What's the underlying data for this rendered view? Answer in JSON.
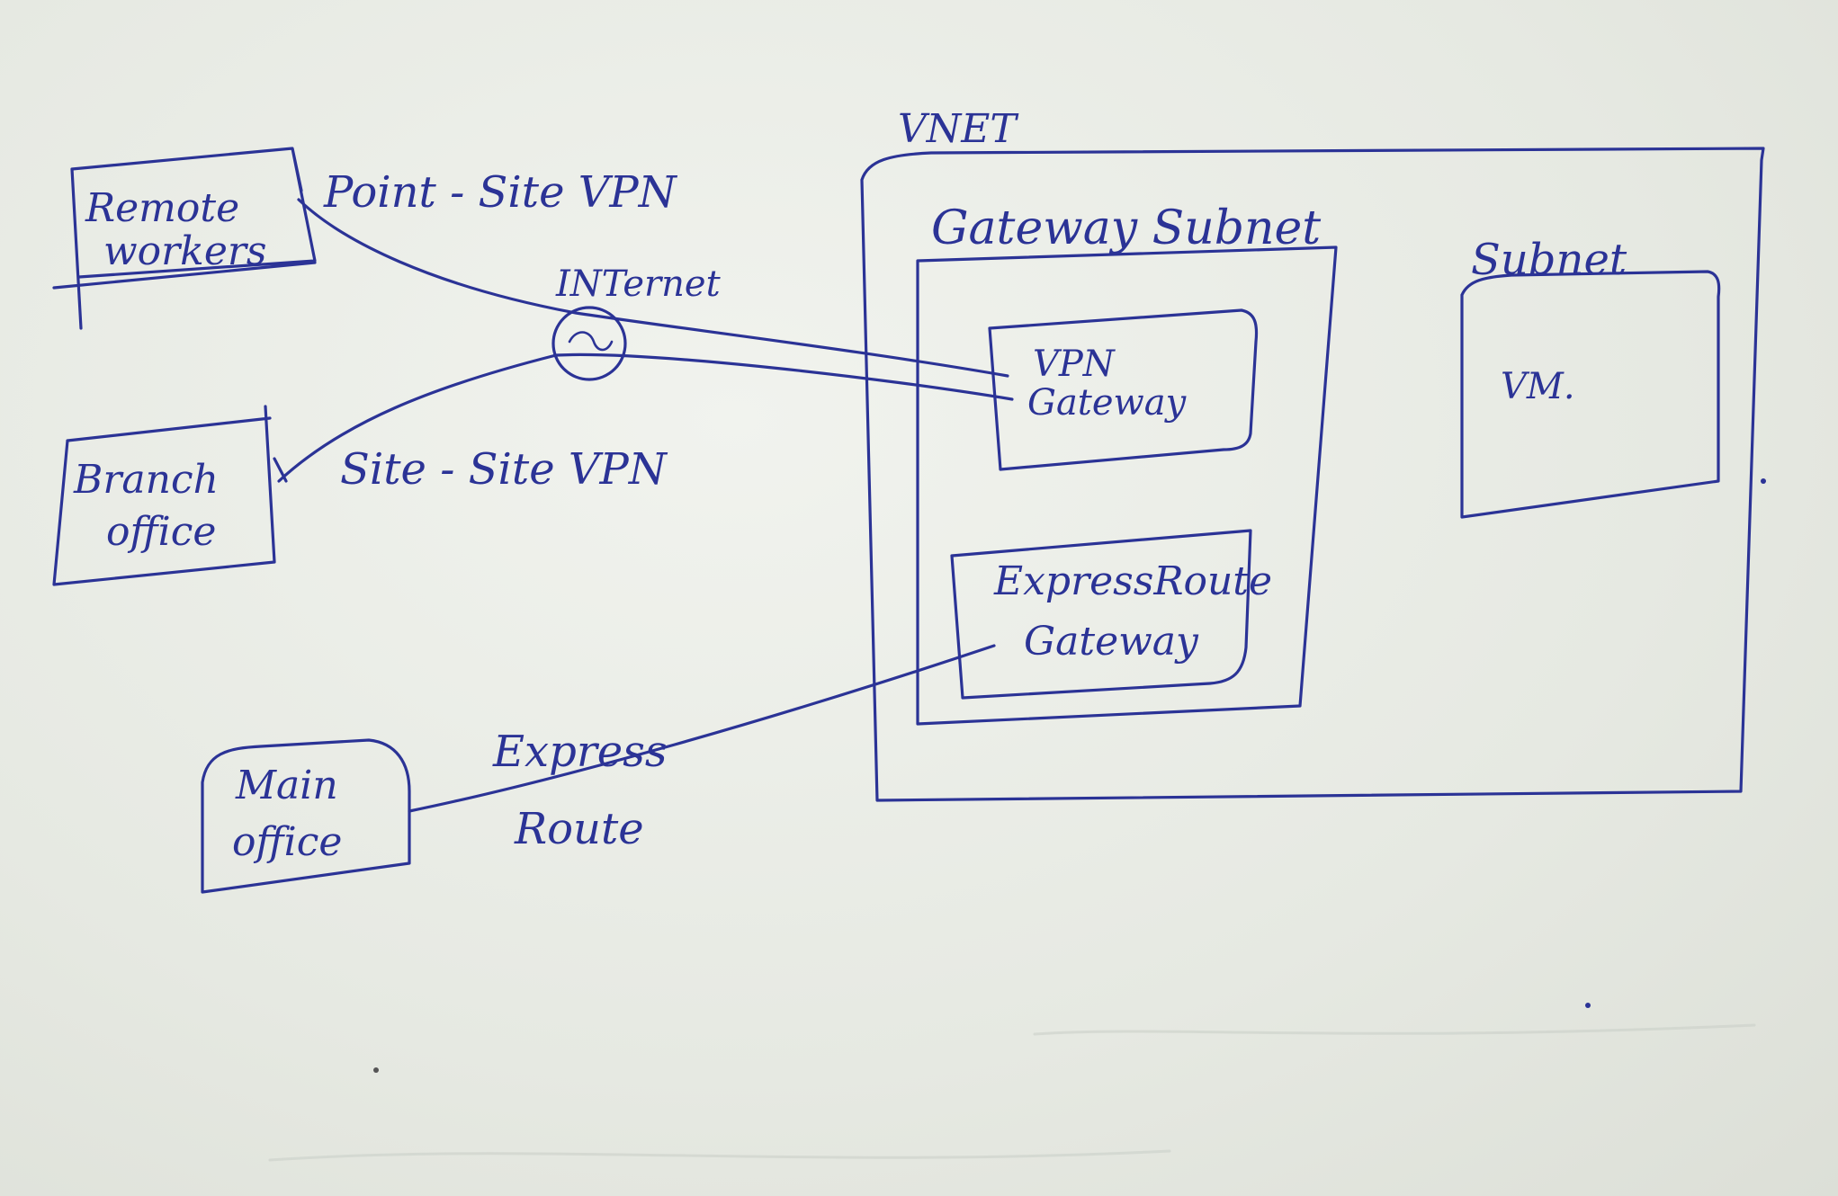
{
  "diagram": {
    "nodes": {
      "remote_workers": [
        "Remote",
        "workers"
      ],
      "branch_office": [
        "Branch",
        "office"
      ],
      "main_office": [
        "Main",
        "office"
      ],
      "vnet": "VNET",
      "gateway_subnet": "Gateway Subnet",
      "vpn_gateway": [
        "VPN",
        "Gateway"
      ],
      "expressroute_gateway": [
        "ExpressRoute",
        "Gateway"
      ],
      "subnet": "Subnet",
      "vm": "VM."
    },
    "edges": {
      "point_to_site": "Point - Site VPN",
      "site_to_site": "Site - Site VPN",
      "internet": "INTernet",
      "express_route": [
        "Express",
        "Route"
      ]
    },
    "ink_color": "#2b3396",
    "board_color": "#e9ece6"
  }
}
